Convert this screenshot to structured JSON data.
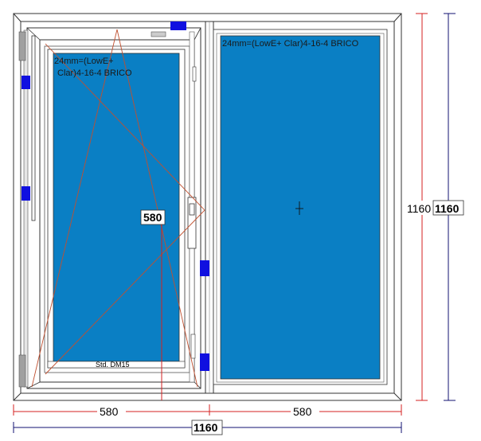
{
  "colors": {
    "glass": "#0a7fc4",
    "frame_fill": "#ffffff",
    "frame_stroke": "#333333",
    "hardware_blue": "#1010e0",
    "opening_line": "#c05030",
    "dim_red": "#d42020",
    "dim_navy": "#101070",
    "hinge_grey": "#a0a0a0"
  },
  "left_sash": {
    "glass_label_line1": "24mm=(LowE+",
    "glass_label_line2": "Clar)4-16-4 BRICO",
    "profile_label": "Std. DM15",
    "handle_height_label": "580",
    "opening_type": "tilt-and-turn"
  },
  "right_panel": {
    "glass_label": "24mm=(LowE+ Clar)4-16-4 BRICO",
    "type": "fixed"
  },
  "dimensions": {
    "width_left": "580",
    "width_right": "580",
    "width_total": "1160",
    "height_partial": "1160",
    "height_total": "1160"
  }
}
